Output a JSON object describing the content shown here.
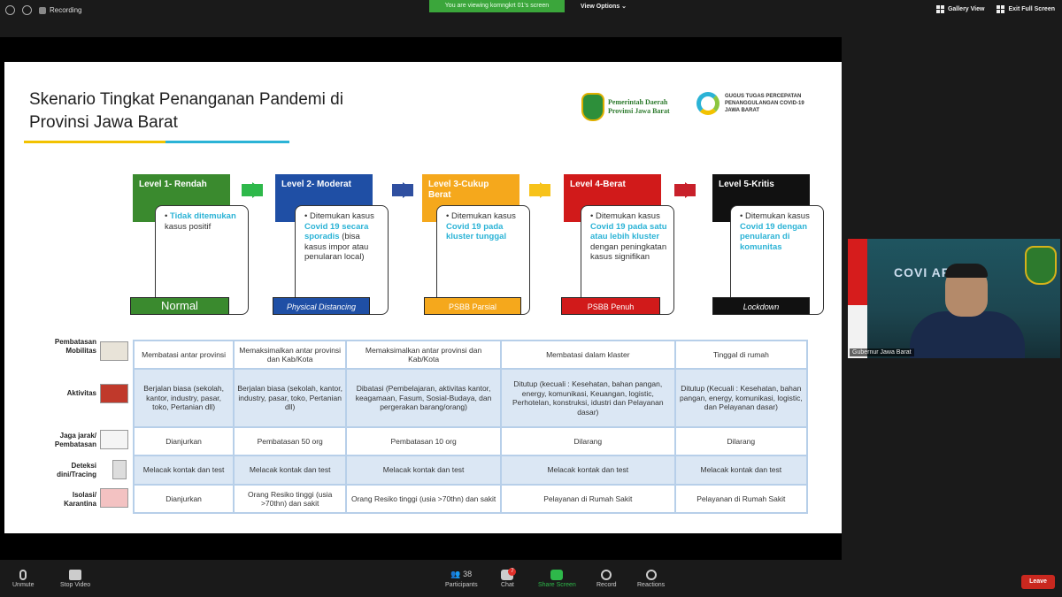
{
  "topbar": {
    "recording": "Recording",
    "viewing_banner": "You are viewing komngkrt 01's screen",
    "view_options": "View Options",
    "gallery_view": "Gallery View",
    "exit_fullscreen": "Exit Full Screen"
  },
  "slide": {
    "title_line1": "Skenario Tingkat Penanganan Pandemi di",
    "title_line2": "Provinsi Jawa Barat",
    "logo_jabar_line1": "Pemerintah Daerah",
    "logo_jabar_line2": "Provinsi Jawa Barat",
    "logo_gugus_line1": "GUGUS TUGAS PERCEPATAN",
    "logo_gugus_line2": "PENANGGULANGAN COVID-19",
    "logo_gugus_line3": "JAWA BARAT",
    "levels": [
      {
        "title": "Level 1- Rendah",
        "desc_hl": "Tidak ditemukan",
        "desc_rest": "kasus positif",
        "tag": "Normal"
      },
      {
        "title": "Level 2- Moderat",
        "desc_pre": "Ditemukan kasus",
        "desc_hl": "Covid 19 secara sporadis",
        "desc_rest": "(bisa kasus impor atau penularan local)",
        "tag": "Physical Distancing"
      },
      {
        "title": "Level 3-Cukup Berat",
        "desc_pre": "Ditemukan kasus",
        "desc_hl": "Covid 19 pada kluster tunggal",
        "tag": "PSBB Parsial"
      },
      {
        "title": "Level 4-Berat",
        "desc_pre": "Ditemukan kasus",
        "desc_hl": "Covid 19 pada satu atau lebih kluster",
        "desc_rest": "dengan peningkatan kasus signifikan",
        "tag": "PSBB Penuh"
      },
      {
        "title": "Level 5-Kritis",
        "desc_pre": "Ditemukan kasus",
        "desc_hl": "Covid 19 dengan penularan di komunitas",
        "tag": "Lockdown"
      }
    ],
    "row_labels": {
      "r1": "Pembatasan Mobilitas",
      "r2": "Aktivitas",
      "r3": "Jaga jarak/ Pembatasan",
      "r4": "Deteksi dini/Tracing",
      "r5": "Isolasi/ Karantina"
    },
    "table": [
      [
        "Membatasi antar provinsi",
        "Memaksimalkan antar provinsi dan Kab/Kota",
        "Memaksimalkan antar provinsi dan Kab/Kota",
        "Membatasi dalam klaster",
        "Tinggal di rumah"
      ],
      [
        "Berjalan biasa (sekolah, kantor, industry, pasar, toko, Pertanian dll)",
        "Berjalan biasa (sekolah, kantor, industry, pasar, toko, Pertanian dll)",
        "Dibatasi (Pembelajaran, aktivitas kantor, keagamaan, Fasum, Sosial-Budaya, dan pergerakan barang/orang)",
        "Ditutup (kecuali : Kesehatan, bahan pangan, energy, komunikasi, Keuangan, logistic, Perhotelan, konstruksi, idustri dan Pelayanan dasar)",
        "Ditutup (Kecuali : Kesehatan, bahan pangan, energy, komunikasi, logistic, dan Pelayanan dasar)"
      ],
      [
        "Dianjurkan",
        "Pembatasan 50 org",
        "Pembatasan 10 org",
        "Dilarang",
        "Dilarang"
      ],
      [
        "Melacak kontak dan test",
        "Melacak kontak dan test",
        "Melacak kontak dan test",
        "Melacak kontak dan test",
        "Melacak kontak dan test"
      ],
      [
        "Dianjurkan",
        "Orang Resiko tinggi (usia >70thn) dan sakit",
        "Orang Resiko tinggi (usia >70thn) dan sakit",
        "Pelayanan di Rumah Sakit",
        "Pelayanan di Rumah Sakit"
      ]
    ]
  },
  "video": {
    "name": "Gubernur Jawa Barat",
    "sign_text": "COVI     AR"
  },
  "bottombar": {
    "unmute": "Unmute",
    "stop_video": "Stop Video",
    "participants": "Participants",
    "participants_count": "38",
    "chat": "Chat",
    "chat_badge": "7",
    "share_screen": "Share Screen",
    "record": "Record",
    "reactions": "Reactions",
    "leave": "Leave"
  }
}
